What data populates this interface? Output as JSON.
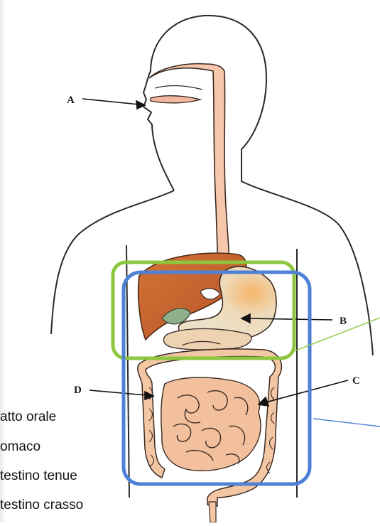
{
  "labels": {
    "a": "A",
    "b": "B",
    "c": "C",
    "d": "D"
  },
  "legend": [
    "atto orale",
    "omaco",
    "testino tenue",
    "testino crasso"
  ],
  "colors": {
    "liver": "#c9652b",
    "stomach": "#ecd9b6",
    "intestine": "#f2c3a1",
    "esophagus": "#f6c7aa",
    "green_box": "#8dc63f",
    "blue_box": "#4f81d6"
  }
}
